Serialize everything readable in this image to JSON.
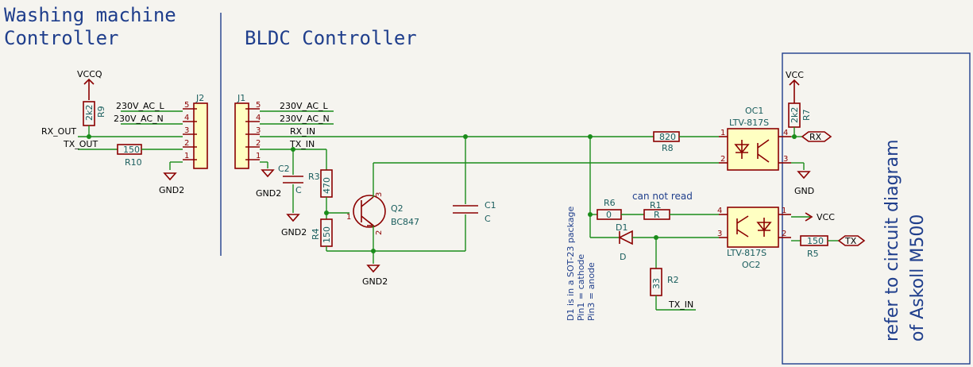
{
  "titles": {
    "washing_line1": "Washing machine",
    "washing_line2": "Controller",
    "bldc": "BLDC Controller"
  },
  "notes": {
    "askoll_line1": "refer to circuit diagram",
    "askoll_line2": "of Askoll M500",
    "d1_line1": "D1 is in a SOT-23 package",
    "d1_line2": "Pin1 = cathode",
    "d1_line3": "Pin3 = anode",
    "cannot_read": "can not read"
  },
  "power": {
    "vccq": "VCCQ",
    "gnd2_j2": "GND2",
    "gnd2_j1": "GND2",
    "gnd2_c2": "GND2",
    "gnd2_q2": "GND2",
    "vcc_r7": "VCC",
    "gnd_oc1": "GND",
    "vcc_oc2": "VCC"
  },
  "nets": {
    "rx_out": "RX_OUT",
    "tx_out": "TX_OUT",
    "rx_in": "RX_IN",
    "tx_in": "TX_IN",
    "tx_in_r2": "TX_IN",
    "l_j2": "230V_AC_L",
    "n_j2": "230V_AC_N",
    "l_j1": "230V_AC_L",
    "n_j1": "230V_AC_N",
    "rx_port": "RX",
    "tx_port": "TX"
  },
  "components": {
    "j2": {
      "ref": "J2",
      "pins": [
        "5",
        "4",
        "3",
        "2",
        "1"
      ]
    },
    "j1": {
      "ref": "J1",
      "pins": [
        "5",
        "4",
        "3",
        "2",
        "1"
      ]
    },
    "r9": {
      "ref": "R9",
      "value": "2k2"
    },
    "r10": {
      "ref": "R10",
      "value": "150"
    },
    "c2": {
      "ref": "C2",
      "value": "C"
    },
    "r3": {
      "ref": "R3",
      "value": "470"
    },
    "r4": {
      "ref": "R4",
      "value": "150"
    },
    "q2": {
      "ref": "Q2",
      "value": "BC847",
      "pins": [
        "1",
        "2",
        "3"
      ]
    },
    "c1": {
      "ref": "C1",
      "value": "C"
    },
    "r8": {
      "ref": "R8",
      "value": "820"
    },
    "oc1": {
      "ref": "OC1",
      "value": "LTV-817S",
      "pins": [
        "1",
        "2",
        "3",
        "4"
      ]
    },
    "r7": {
      "ref": "R7",
      "value": "2k2"
    },
    "r6": {
      "ref": "R6",
      "value": "0"
    },
    "r1": {
      "ref": "R1",
      "value": "R"
    },
    "d1": {
      "ref": "D1",
      "value": "D"
    },
    "r2": {
      "ref": "R2",
      "value": "33"
    },
    "oc2": {
      "ref": "OC2",
      "value": "LTV-817S",
      "pins": [
        "1",
        "2",
        "3",
        "4"
      ]
    },
    "r5": {
      "ref": "R5",
      "value": "150"
    }
  }
}
